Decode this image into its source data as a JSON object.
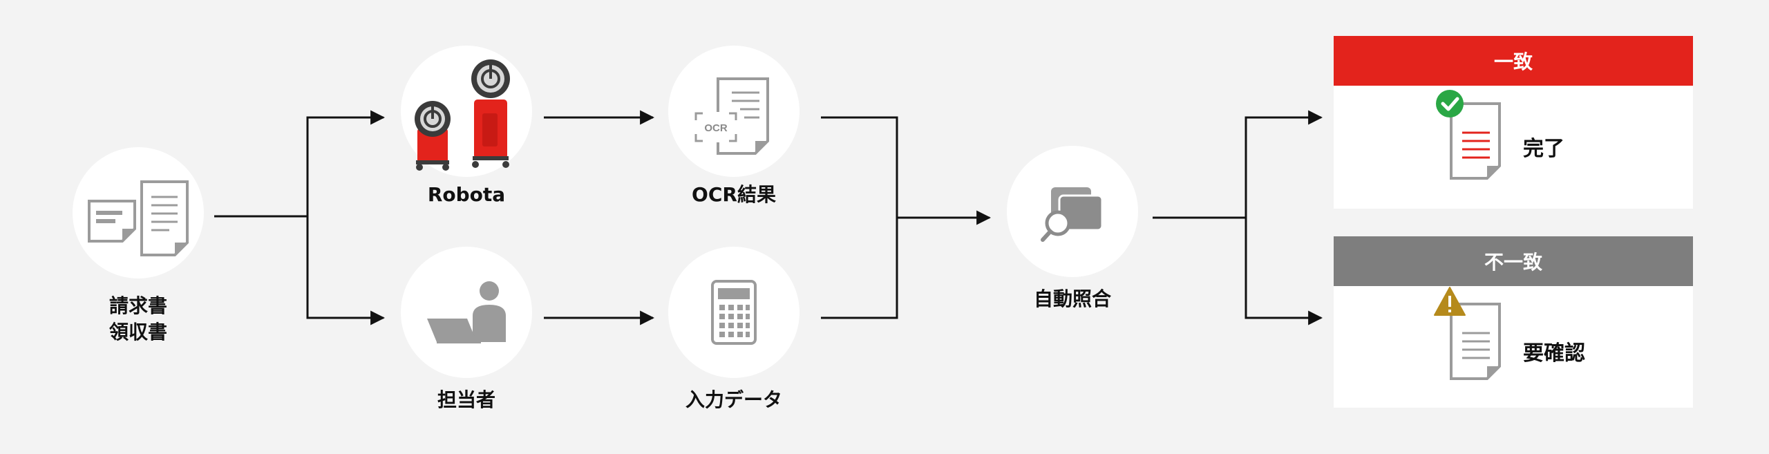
{
  "nodes": {
    "invoice": {
      "line1": "請求書",
      "line2": "領収書"
    },
    "robota": {
      "label": "Robota"
    },
    "ocr": {
      "label": "OCR結果",
      "icon_text": "OCR"
    },
    "staff": {
      "label": "担当者"
    },
    "manual": {
      "label": "入力データ"
    },
    "auto": {
      "label": "自動照合"
    }
  },
  "results": {
    "match": {
      "header": "一致",
      "text": "完了",
      "header_color": "#e3231c",
      "badge_color": "#2aa745"
    },
    "mismatch": {
      "header": "不一致",
      "text": "要確認",
      "header_color": "#7e7e7e",
      "badge_color": "#b58a1c"
    }
  },
  "colors": {
    "background": "#f3f3f3",
    "line": "#111111",
    "icon_gray": "#9b9b9b",
    "robot_red": "#e3231c"
  }
}
